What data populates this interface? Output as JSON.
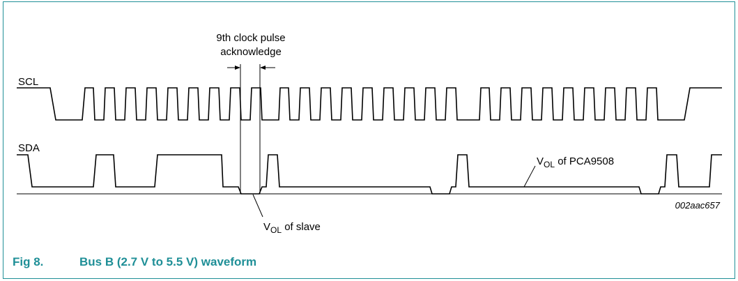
{
  "figure": {
    "number_label": "Fig 8.",
    "title": "Bus B (2.7 V to 5.5 V) waveform",
    "caption_color": "#1f8f97",
    "frame_color": "#1f8f97"
  },
  "signals": {
    "scl_label": "SCL",
    "sda_label": "SDA"
  },
  "annotations": {
    "pulse_line1": "9th clock pulse",
    "pulse_line2": "acknowledge",
    "vol_slave_prefix": "V",
    "vol_slave_sub": "OL",
    "vol_slave_suffix": " of slave",
    "vol_pca_prefix": "V",
    "vol_pca_sub": "OL",
    "vol_pca_suffix": " of PCA9508",
    "figure_id": "002aac657"
  }
}
